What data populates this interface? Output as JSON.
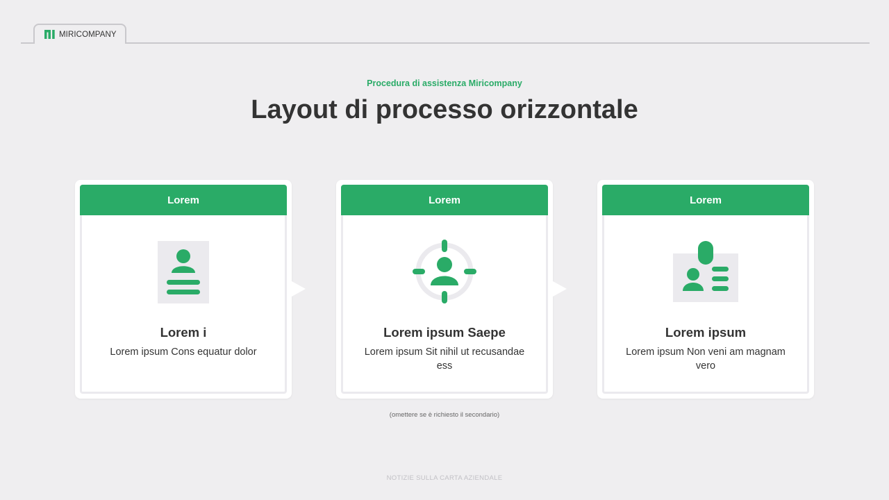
{
  "header": {
    "brand_name": "MIRICOMPANY",
    "logo_icon": "miricompany-logo"
  },
  "slide": {
    "subtitle": "Procedura di assistenza Miricompany",
    "title": "Layout di processo orizzontale",
    "note": "(omettere se è richiesto il secondario)",
    "footer": "NOTIZIE SULLA CARTA AZIENDALE"
  },
  "steps": [
    {
      "header": "Lorem",
      "icon": "user-document-icon",
      "title": "Lorem i",
      "text": "Lorem ipsum Cons equatur dolor"
    },
    {
      "header": "Lorem",
      "icon": "user-target-icon",
      "title": "Lorem ipsum Saepe",
      "text": "Lorem ipsum Sit nihil ut recusandae ess"
    },
    {
      "header": "Lorem",
      "icon": "id-badge-icon",
      "title": "Lorem ipsum",
      "text": "Lorem ipsum Non veni am magnam vero"
    }
  ],
  "colors": {
    "accent": "#2aab67",
    "background": "#efeef0",
    "text": "#333333",
    "icon_bg": "#ebeaee"
  }
}
